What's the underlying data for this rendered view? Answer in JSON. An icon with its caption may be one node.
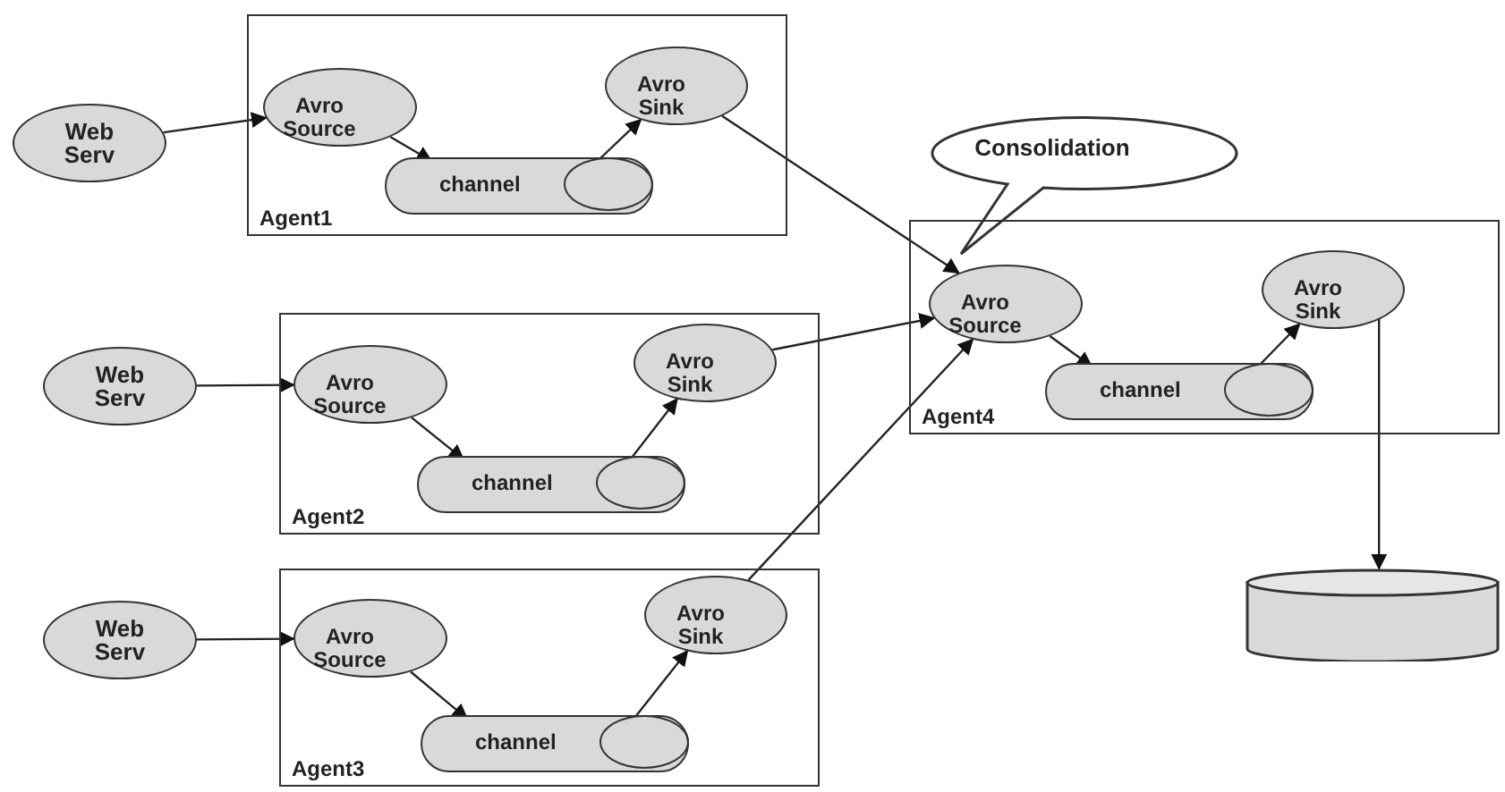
{
  "diagram": {
    "nodes": [
      {
        "text": [
          "Web Serv"
        ]
      },
      {
        "text": [
          "Agent1"
        ]
      },
      {
        "text": [
          "Avro Source"
        ],
        "in": 1
      },
      {
        "text": [
          "channel"
        ],
        "in": 1
      },
      {
        "text": [
          "Avro Sink"
        ],
        "in": 1
      },
      {
        "text": [
          "Consolidation"
        ]
      },
      {
        "text": [
          "Agent4"
        ]
      },
      {
        "text": [
          "Avro Source"
        ],
        "in": 6
      },
      {
        "text": [
          "channel"
        ],
        "in": 6
      },
      {
        "text": [
          "Avro Sink"
        ],
        "in": 6
      },
      {
        "text": [
          "Web Serv"
        ]
      },
      {
        "text": [
          "Agent2"
        ]
      },
      {
        "text": [
          "Avro Source"
        ],
        "in": 11
      },
      {
        "text": [
          "channel"
        ],
        "in": 11
      },
      {
        "text": [
          "Avro Sink"
        ],
        "in": 11
      },
      {
        "text": [
          "Web Serv"
        ]
      },
      {
        "text": [
          "Agent3"
        ]
      },
      {
        "text": [
          "Avro Source"
        ],
        "in": 16
      },
      {
        "text": [
          "channel"
        ],
        "in": 16
      },
      {
        "text": [
          "Avro Sink"
        ],
        "in": 16
      },
      {
        "text": [],
        "shape": "cylinder"
      }
    ],
    "edges": [
      {
        "from": 0,
        "to": 2,
        "arrow": "to"
      },
      {
        "from": 2,
        "to": 3,
        "arrow": "to"
      },
      {
        "from": 3,
        "to": 4,
        "arrow": "to"
      },
      {
        "from": 4,
        "to": 7,
        "arrow": "to"
      },
      {
        "from": 10,
        "to": 12,
        "arrow": "to"
      },
      {
        "from": 12,
        "to": 13,
        "arrow": "to"
      },
      {
        "from": 13,
        "to": 14,
        "arrow": "to"
      },
      {
        "from": 14,
        "to": 7,
        "arrow": "to"
      },
      {
        "from": 15,
        "to": 17,
        "arrow": "to"
      },
      {
        "from": 17,
        "to": 18,
        "arrow": "to"
      },
      {
        "from": 18,
        "to": 19,
        "arrow": "to"
      },
      {
        "from": 19,
        "to": 7,
        "arrow": "to"
      },
      {
        "from": 7,
        "to": 8,
        "arrow": "to"
      },
      {
        "from": 8,
        "to": 9,
        "arrow": "to"
      },
      {
        "from": 9,
        "to": 20,
        "arrow": "to"
      }
    ]
  }
}
